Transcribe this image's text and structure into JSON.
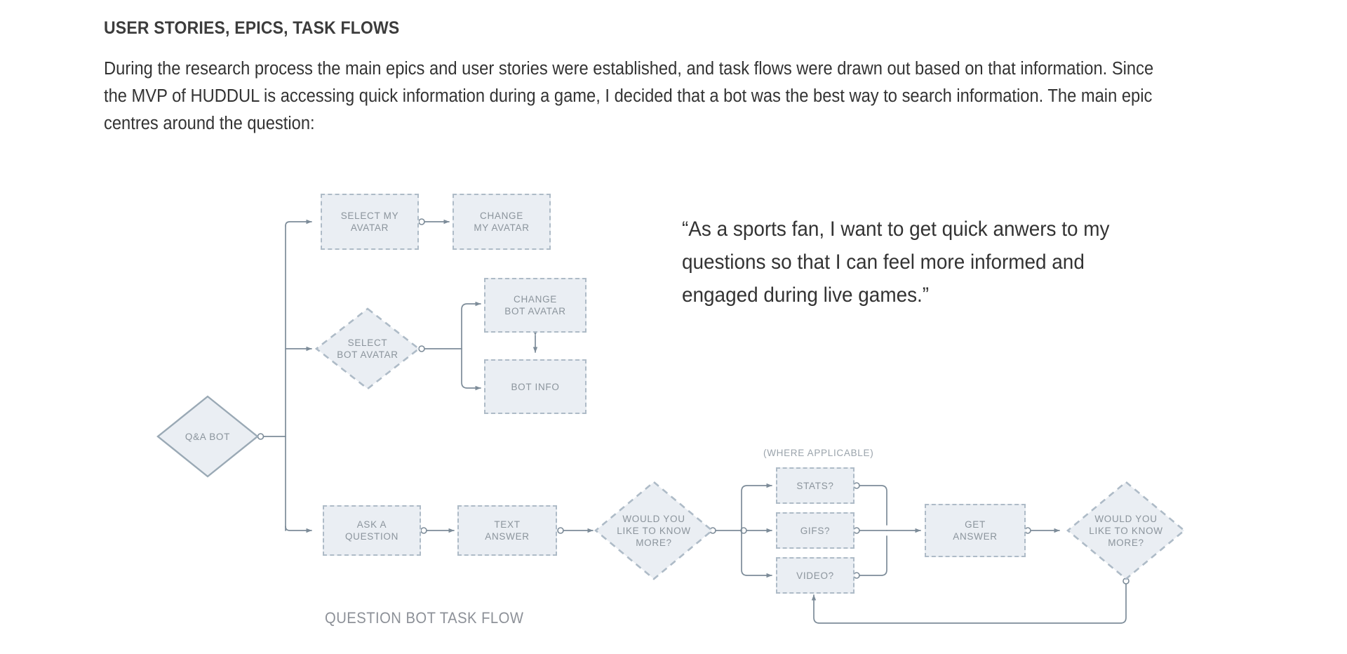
{
  "header": {
    "title": "USER STORIES, EPICS, TASK FLOWS",
    "intro": "During the research process the main epics and user stories were established, and task flows were drawn out based on that information. Since the MVP of HUDDUL is accessing quick information during a game, I decided that a bot was the best way to search information. The main epic centres around the question:"
  },
  "quote": {
    "text": "“As a sports fan, I want to get quick anwers to my questions so that I can feel more informed and engaged during live games.”"
  },
  "diagram": {
    "caption": "QUESTION BOT TASK FLOW",
    "annotation": "(WHERE APPLICABLE)",
    "nodes": {
      "root": "Q&A BOT",
      "select_my_avatar": "SELECT MY\nAVATAR",
      "change_my_avatar": "CHANGE\nMY AVATAR",
      "select_bot_avatar": "SELECT\nBOT AVATAR",
      "change_bot_avatar": "CHANGE\nBOT AVATAR",
      "bot_info": "BOT INFO",
      "ask_a_question": "ASK A\nQUESTION",
      "text_answer": "TEXT\nANSWER",
      "know_more_1": "WOULD YOU\nLIKE TO KNOW\nMORE?",
      "stats": "STATS?",
      "gifs": "GIFS?",
      "video": "VIDEO?",
      "get_answer": "GET\nANSWER",
      "know_more_2": "WOULD YOU\nLIKE TO KNOW\nMORE?"
    }
  },
  "colors": {
    "node_fill": "#eaeef3",
    "node_border_dashed": "#aebbc7",
    "node_border_solid": "#9aa9b5",
    "node_text": "#8b949c",
    "connector": "#7d8c99",
    "body_text": "#333333",
    "caption_text": "#8d9198",
    "background": "#ffffff"
  }
}
